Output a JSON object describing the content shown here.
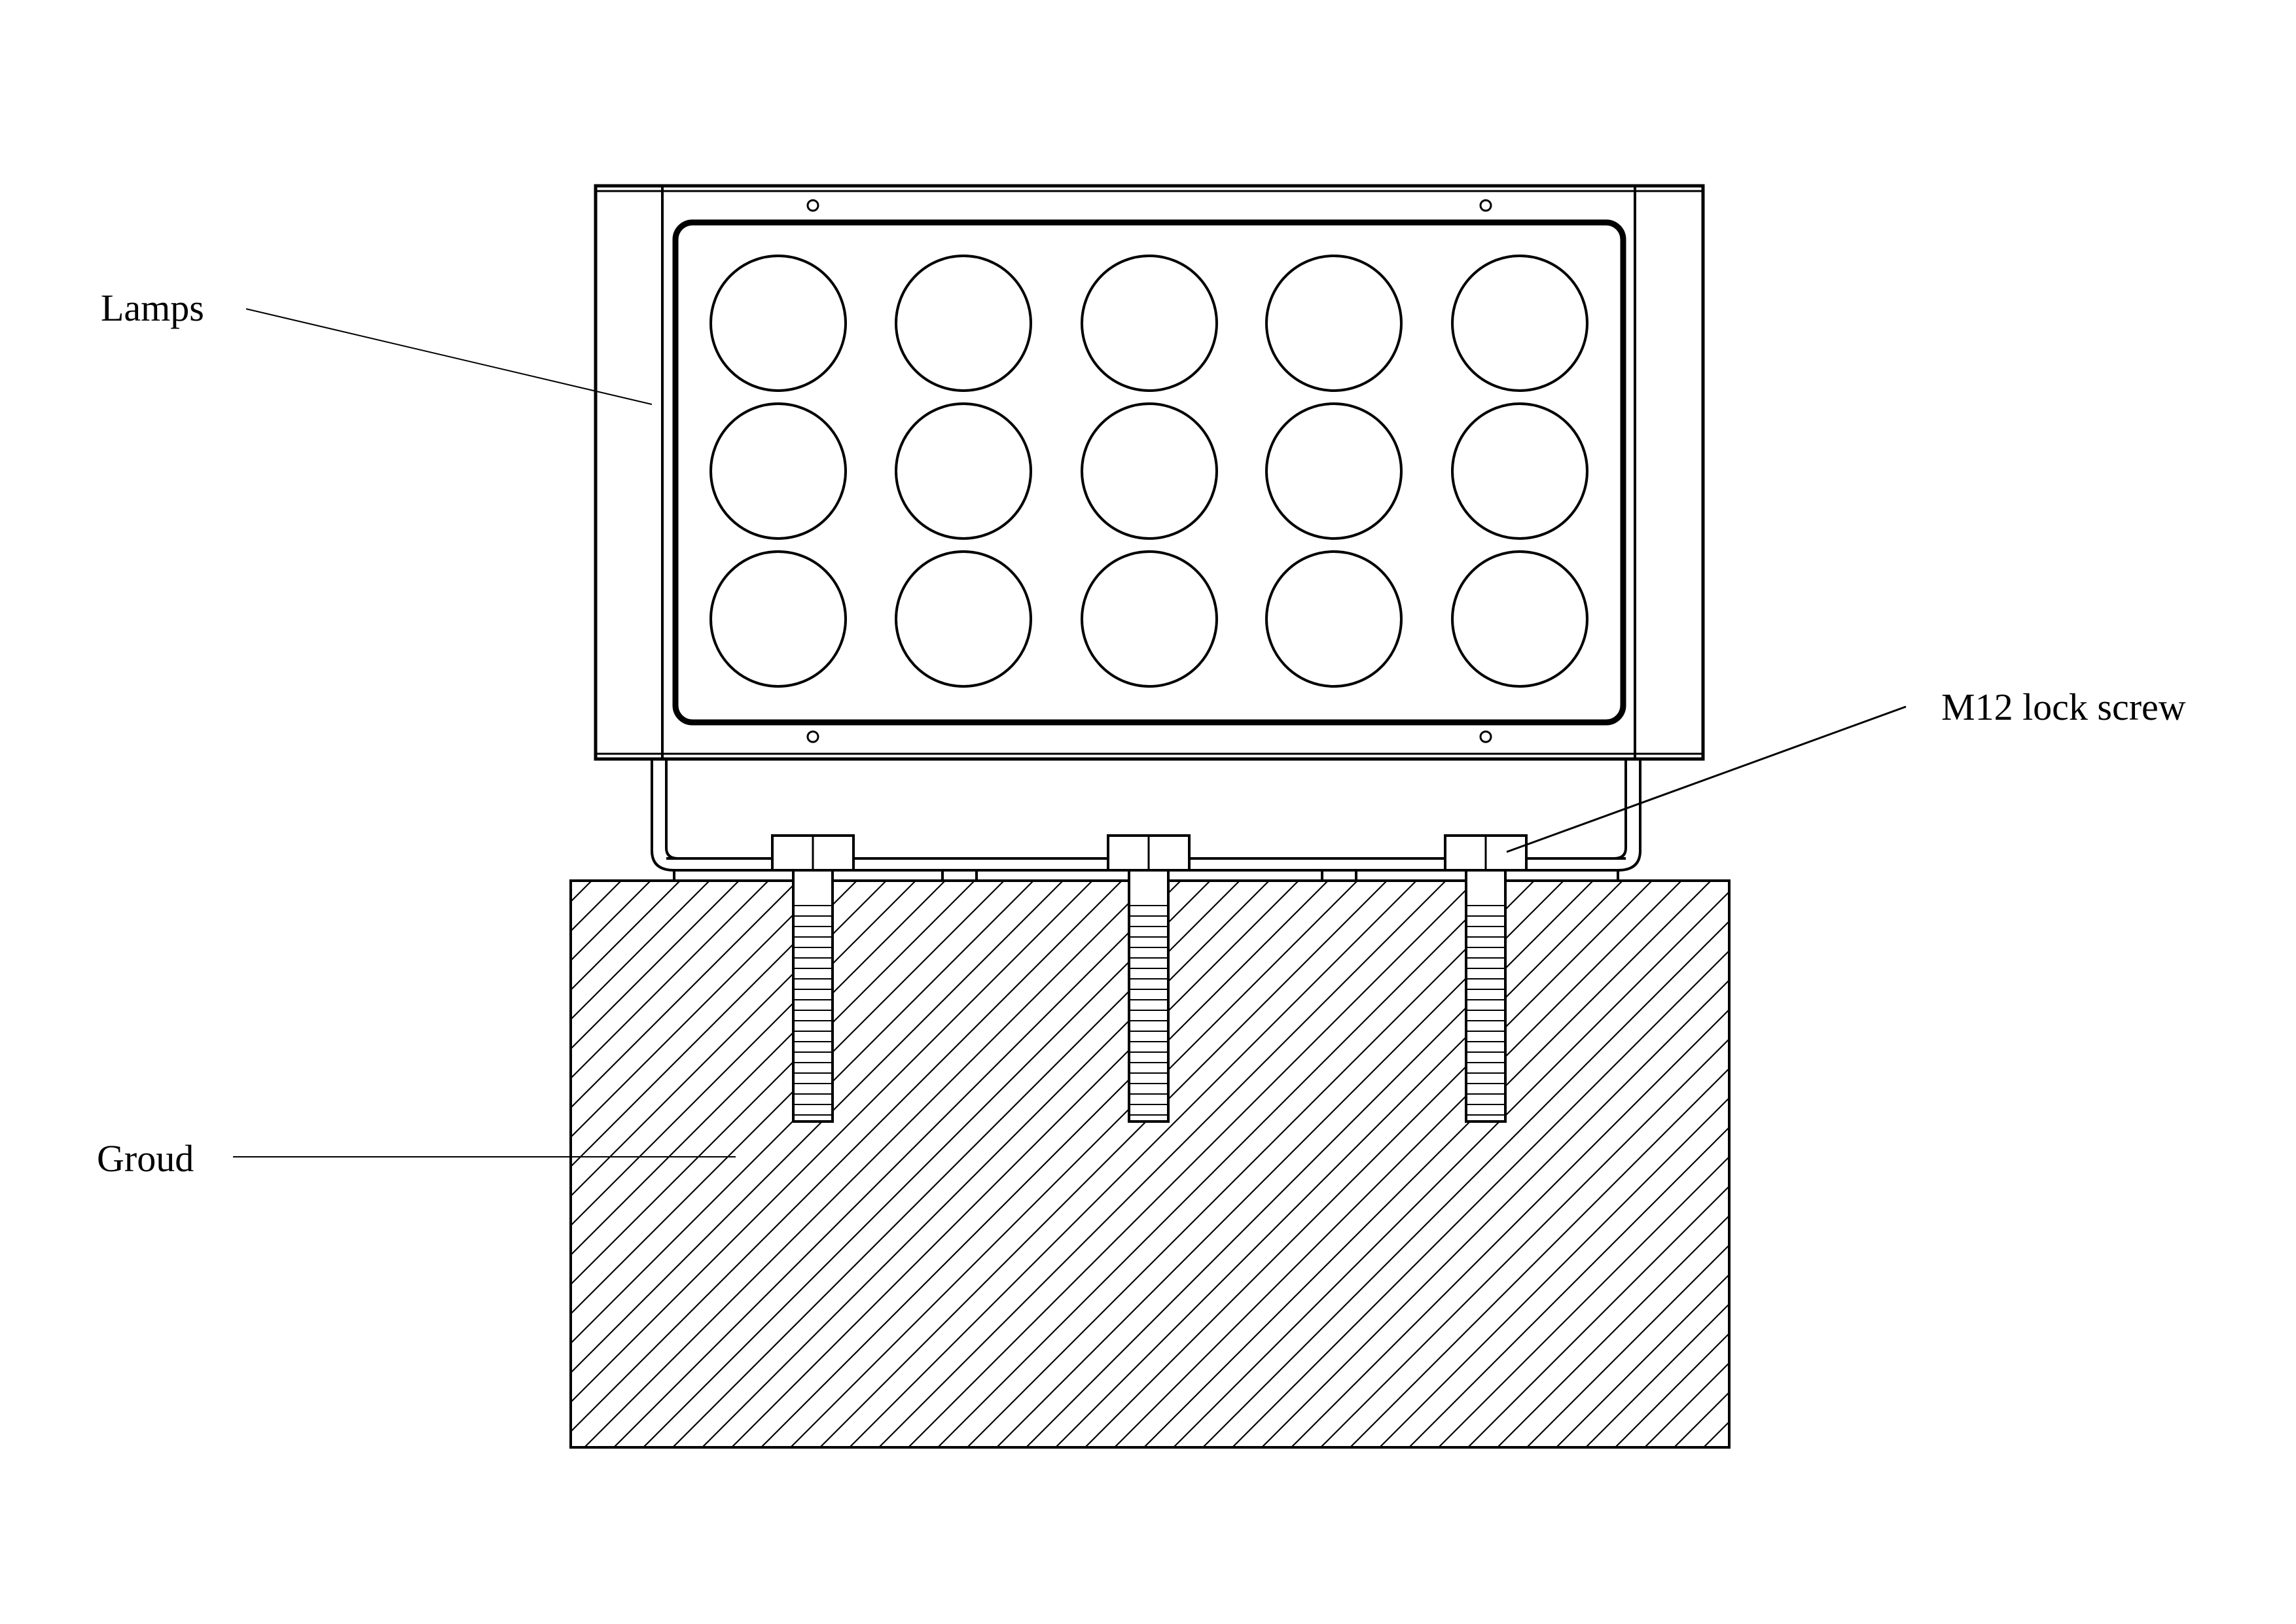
{
  "labels": {
    "lamps": "Lamps",
    "lock_screw": "M12 lock screw",
    "ground": "Groud"
  },
  "lamp_grid": {
    "rows": 3,
    "columns": 5
  },
  "lock_screw_count": 3,
  "colors": {
    "line": "#000000",
    "background": "#ffffff"
  }
}
